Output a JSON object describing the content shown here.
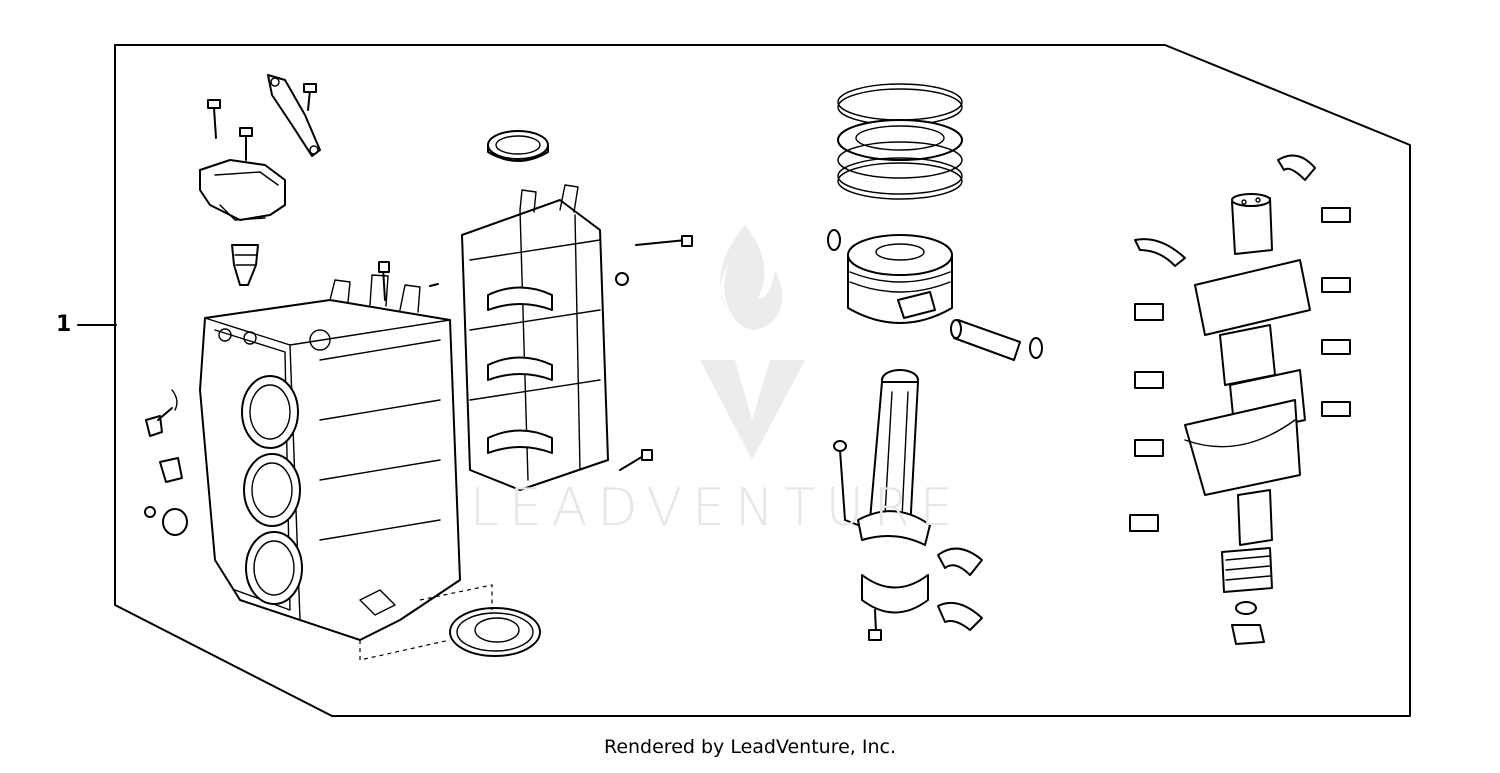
{
  "diagram": {
    "callout_number": "1",
    "watermark": "LEADVENTURE",
    "footer": "Rendered by LeadVenture, Inc."
  },
  "colors": {
    "line": "#000000",
    "background": "#ffffff",
    "watermark": "#e6e6e6"
  },
  "parts": [
    {
      "name": "cylinder-block"
    },
    {
      "name": "crankcase"
    },
    {
      "name": "piston-rings"
    },
    {
      "name": "piston"
    },
    {
      "name": "piston-pin"
    },
    {
      "name": "connecting-rod"
    },
    {
      "name": "crankshaft"
    },
    {
      "name": "main-bearings"
    },
    {
      "name": "oil-seal"
    },
    {
      "name": "thermostat-cover"
    }
  ]
}
